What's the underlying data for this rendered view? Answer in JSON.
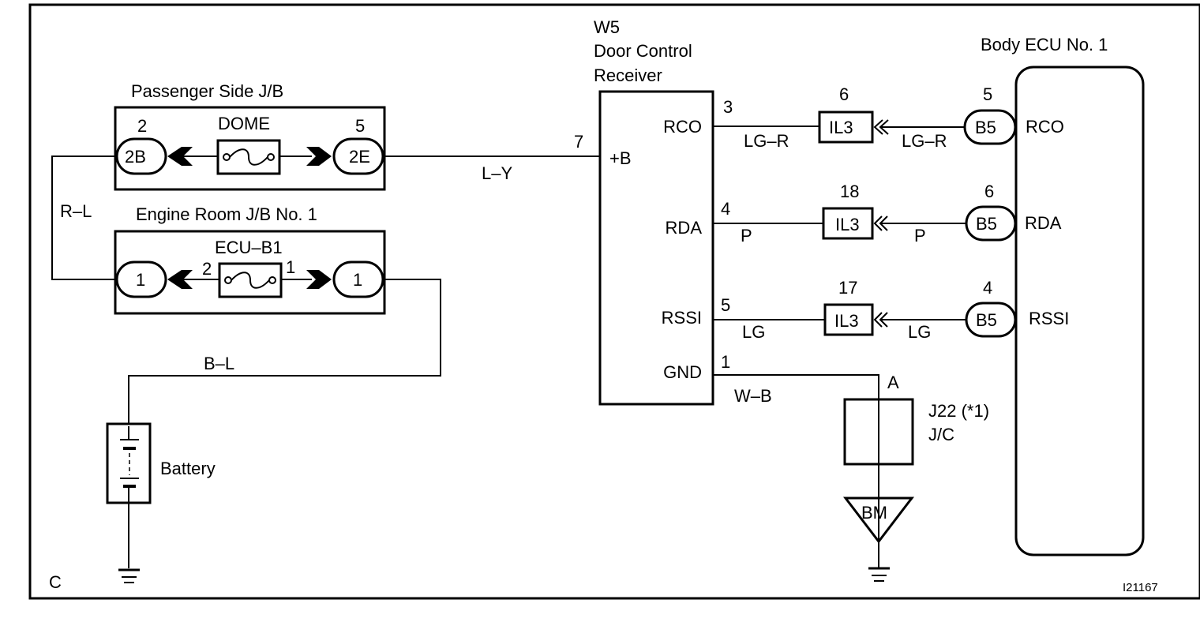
{
  "figure_id": "I21167",
  "corner_label": "C",
  "passenger_jb": {
    "title": "Passenger Side J/B",
    "fuse_name": "DOME",
    "left_pin": "2",
    "left_connector": "2B",
    "right_pin": "5",
    "right_connector": "2E"
  },
  "engine_jb": {
    "title": "Engine Room J/B No. 1",
    "fuse_name": "ECU-B1",
    "fuse_left_pin": "2",
    "fuse_right_pin": "1",
    "left_connector": "1",
    "right_connector": "1"
  },
  "wires": {
    "r_l": "R-L",
    "b_l": "B-L",
    "l_y": "L-Y",
    "rco_left": "LG-R",
    "rco_right": "LG-R",
    "rda_left": "P",
    "rda_right": "P",
    "rssi_left": "LG",
    "rssi_right": "LG",
    "gnd": "W-B"
  },
  "battery": {
    "label": "Battery"
  },
  "receiver": {
    "code": "W5",
    "title_line1": "Door Control",
    "title_line2": "Receiver",
    "pin_plus_b": "7",
    "plus_b_label": "+B",
    "terminals": [
      {
        "name": "RCO",
        "pin": "3"
      },
      {
        "name": "RDA",
        "pin": "4"
      },
      {
        "name": "RSSI",
        "pin": "5"
      },
      {
        "name": "GND",
        "pin": "1"
      }
    ]
  },
  "il3_connectors": [
    {
      "pin": "6",
      "label": "IL3"
    },
    {
      "pin": "18",
      "label": "IL3"
    },
    {
      "pin": "17",
      "label": "IL3"
    }
  ],
  "body_ecu": {
    "title": "Body ECU No. 1",
    "connectors": [
      {
        "pin": "5",
        "label": "B5",
        "terminal": "RCO"
      },
      {
        "pin": "6",
        "label": "B5",
        "terminal": "RDA"
      },
      {
        "pin": "4",
        "label": "B5",
        "terminal": "RSSI"
      }
    ]
  },
  "junction": {
    "point": "A",
    "code": "J22 (*1)",
    "type": "J/C"
  },
  "ground": {
    "label": "BM"
  }
}
